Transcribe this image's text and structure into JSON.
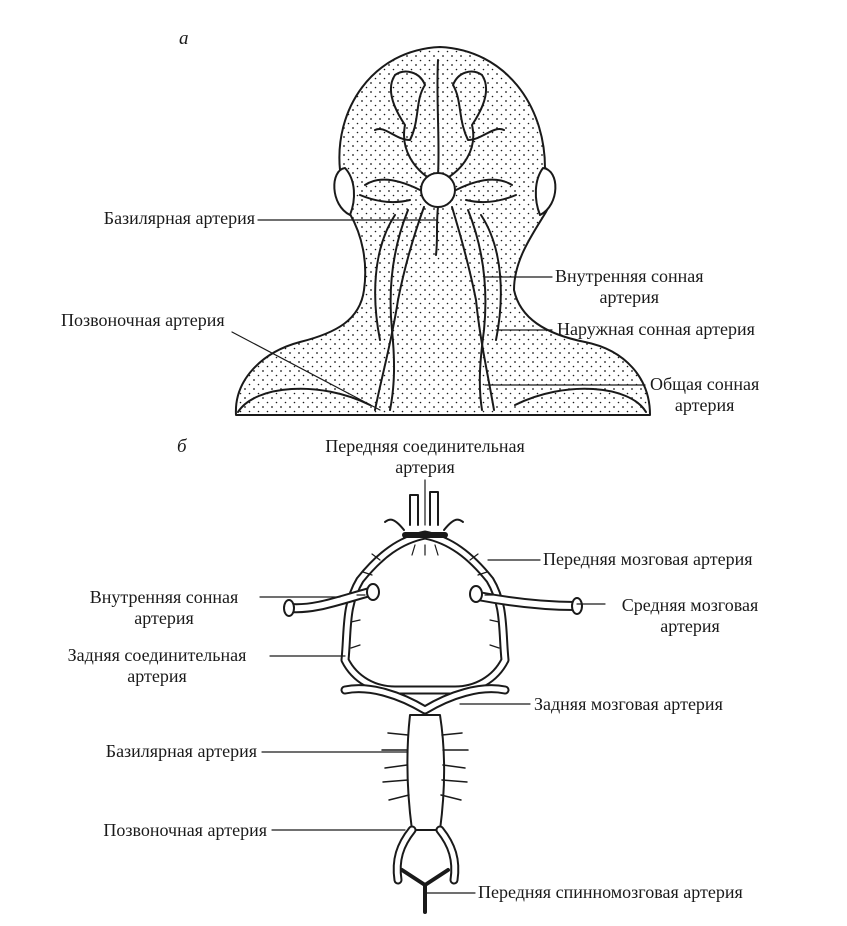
{
  "panel_a": {
    "letter": "а",
    "labels": {
      "basilar": "Базилярная артерия",
      "internal_carotid_1": "Внутренняя сонная",
      "internal_carotid_2": "артерия",
      "vertebral": "Позвоночная артерия",
      "external_carotid": "Наружная сонная артерия",
      "common_carotid_1": "Общая сонная",
      "common_carotid_2": "артерия"
    }
  },
  "panel_b": {
    "letter": "б",
    "labels": {
      "anterior_communicating_1": "Передняя соединительная",
      "anterior_communicating_2": "артерия",
      "anterior_cerebral": "Передняя мозговая артерия",
      "internal_carotid_1": "Внутренняя сонная",
      "internal_carotid_2": "артерия",
      "middle_cerebral_1": "Средняя мозговая",
      "middle_cerebral_2": "артерия",
      "posterior_communicating_1": "Задняя соединительная",
      "posterior_communicating_2": "артерия",
      "posterior_cerebral": "Задняя мозговая артерия",
      "basilar": "Базилярная артерия",
      "vertebral": "Позвоночная артерия",
      "anterior_spinal": "Передняя спинномозговая артерия"
    }
  },
  "colors": {
    "ink": "#1a1a1a",
    "paper": "#ffffff"
  }
}
